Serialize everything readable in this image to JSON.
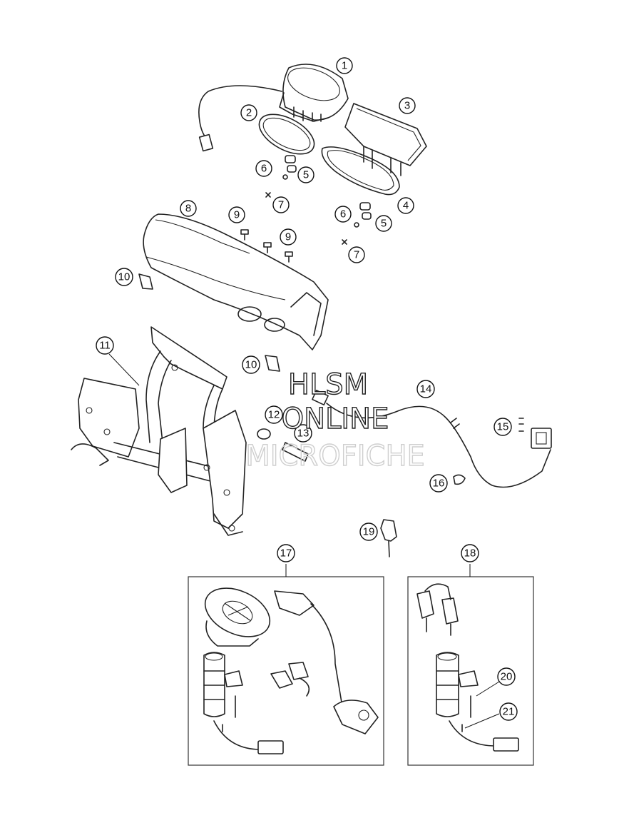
{
  "callouts": [
    "1",
    "2",
    "3",
    "4",
    "5",
    "5",
    "6",
    "6",
    "7",
    "7",
    "8",
    "9",
    "9",
    "10",
    "10",
    "11",
    "12",
    "13",
    "14",
    "15",
    "16",
    "17",
    "18",
    "19",
    "20",
    "21"
  ],
  "watermark": {
    "line1": "HLSM",
    "line2": "ONLINE",
    "line3": "MICROFICHE"
  }
}
